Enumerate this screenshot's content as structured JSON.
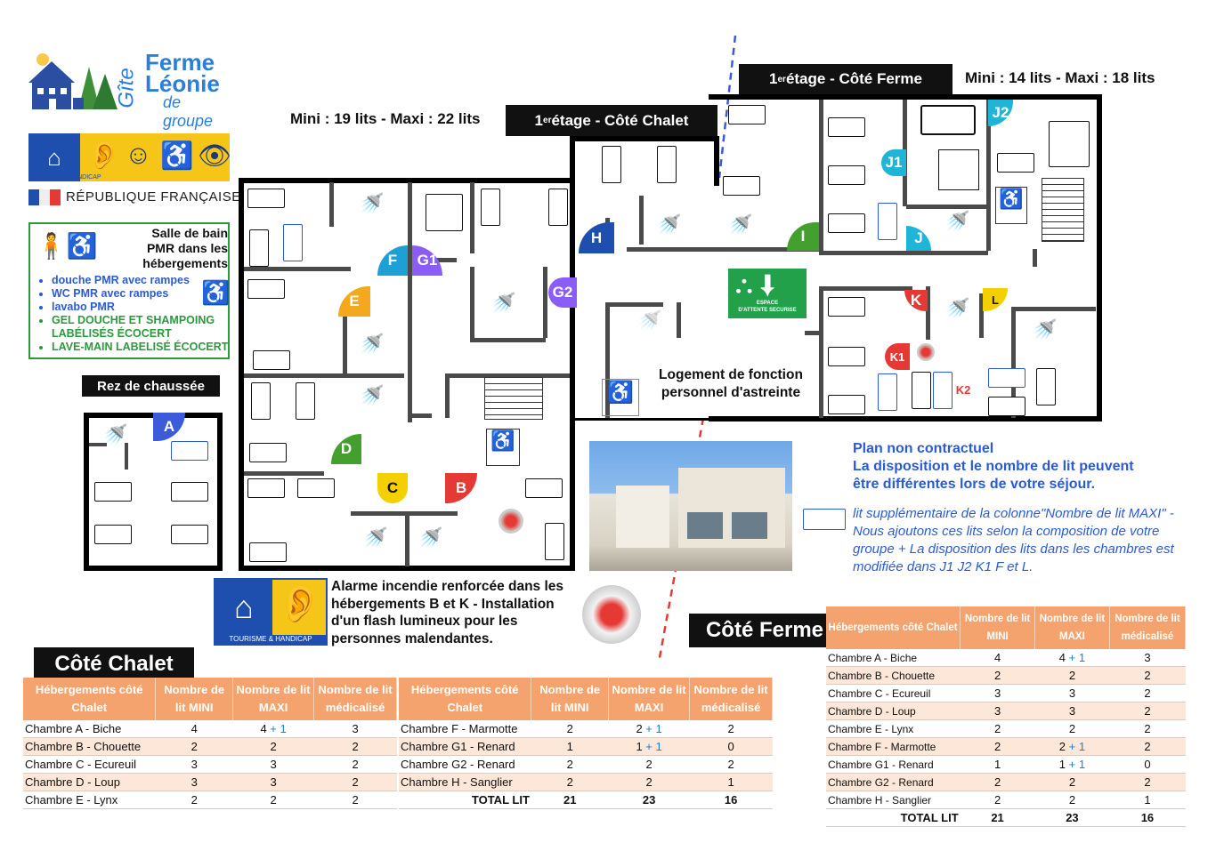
{
  "logo": {
    "line1": "Ferme",
    "line2": "Léonie",
    "line3": "de groupe",
    "vertical": "Gîte"
  },
  "th_label": "TOURISME & HANDICAP",
  "republique": "RÉPUBLIQUE FRANÇAISE",
  "pmr": {
    "title": "Salle de bain PMR dans les hébergements",
    "blue_items": [
      "douche PMR avec rampes",
      "WC PMR avec rampes",
      "lavabo PMR"
    ],
    "green_items": [
      "GEL DOUCHE ET SHAMPOING LABÉLISÉS ÉCOCERT",
      "LAVE-MAIN LABELISÉ ÉCOCERT"
    ]
  },
  "rdc_label": "Rez de chaussée",
  "chalet_capacity": "Mini : 19 lits - Maxi : 22 lits",
  "ferme_capacity": "Mini : 14 lits - Maxi : 18 lits",
  "etage_chalet": {
    "prefix": "1",
    "sup": "er",
    "suffix": " étage - Côté Chalet"
  },
  "etage_ferme": {
    "prefix": "1",
    "sup": "er",
    "suffix": " étage - Côté Ferme"
  },
  "rooms": {
    "A": "A",
    "B": "B",
    "C": "C",
    "D": "D",
    "E": "E",
    "F": "F",
    "G1": "G1",
    "G2": "G2",
    "H": "H",
    "I": "I",
    "J": "J",
    "J1": "J1",
    "J2": "J2",
    "K": "K",
    "K1": "K1",
    "K2": "K2",
    "L": "L"
  },
  "colors": {
    "A": "#3b5bdb",
    "B": "#e53935",
    "C": "#f5d000",
    "D": "#43a02f",
    "E": "#f3a81e",
    "F": "#1ea0d6",
    "G": "#8b5cf6",
    "H": "#1f4fae",
    "I": "#43a02f",
    "J": "#1eb5d6",
    "K": "#e53935",
    "L": "#f5d000"
  },
  "exit_sign": {
    "line1": "ESPACE",
    "line2": "D'ATTENTE SECURISE"
  },
  "logement": "Logement de fonction personnel d'astreinte",
  "plan_note": {
    "line1": "Plan non contractuel",
    "line2": "La disposition et le nombre de lit peuvent",
    "line3": "être différentes lors de votre séjour."
  },
  "extra_bed_note": "lit supplémentaire de la colonne\"Nombre de lit MAXI\" - Nous ajoutons ces lits selon la composition de votre groupe + La disposition des lits dans les chambres est modifiée dans J1 J2 K1 F et L.",
  "alarm": "Alarme incendie renforcée dans les hébergements B et K - Installation d'un flash lumineux pour les personnes malendantes.",
  "cote_chalet_title": "Côté Chalet",
  "cote_ferme_title": "Côté Ferme",
  "headers": [
    "Hébergements côté Chalet",
    "Nombre de lit MINI",
    "Nombre de lit MAXI",
    "Nombre de lit médicalisé"
  ],
  "chalet_left": [
    {
      "name": "Chambre A - Biche",
      "mini": "4",
      "maxi": "4",
      "plus": "+ 1",
      "med": "3"
    },
    {
      "name": "Chambre B - Chouette",
      "mini": "2",
      "maxi": "2",
      "plus": "",
      "med": "2"
    },
    {
      "name": "Chambre C - Ecureuil",
      "mini": "3",
      "maxi": "3",
      "plus": "",
      "med": "2"
    },
    {
      "name": "Chambre D - Loup",
      "mini": "3",
      "maxi": "3",
      "plus": "",
      "med": "2"
    },
    {
      "name": "Chambre E - Lynx",
      "mini": "2",
      "maxi": "2",
      "plus": "",
      "med": "2"
    }
  ],
  "chalet_right": [
    {
      "name": "Chambre F - Marmotte",
      "mini": "2",
      "maxi": "2",
      "plus": "+ 1",
      "med": "2"
    },
    {
      "name": "Chambre G1 - Renard",
      "mini": "1",
      "maxi": "1",
      "plus": "+ 1",
      "med": "0"
    },
    {
      "name": "Chambre G2 - Renard",
      "mini": "2",
      "maxi": "2",
      "plus": "",
      "med": "2"
    },
    {
      "name": "Chambre H - Sanglier",
      "mini": "2",
      "maxi": "2",
      "plus": "",
      "med": "1"
    }
  ],
  "chalet_total": {
    "label": "TOTAL LIT",
    "mini": "21",
    "maxi": "23",
    "med": "16"
  },
  "ferme_rows": [
    {
      "name": "Chambre A - Biche",
      "mini": "4",
      "maxi": "4",
      "plus": "+ 1",
      "med": "3"
    },
    {
      "name": "Chambre B - Chouette",
      "mini": "2",
      "maxi": "2",
      "plus": "",
      "med": "2"
    },
    {
      "name": "Chambre C - Ecureuil",
      "mini": "3",
      "maxi": "3",
      "plus": "",
      "med": "2"
    },
    {
      "name": "Chambre D - Loup",
      "mini": "3",
      "maxi": "3",
      "plus": "",
      "med": "2"
    },
    {
      "name": "Chambre E - Lynx",
      "mini": "2",
      "maxi": "2",
      "plus": "",
      "med": "2"
    },
    {
      "name": "Chambre F - Marmotte",
      "mini": "2",
      "maxi": "2",
      "plus": "+ 1",
      "med": "2"
    },
    {
      "name": "Chambre G1 - Renard",
      "mini": "1",
      "maxi": "1",
      "plus": "+ 1",
      "med": "0"
    },
    {
      "name": "Chambre G2 - Renard",
      "mini": "2",
      "maxi": "2",
      "plus": "",
      "med": "2"
    },
    {
      "name": "Chambre H - Sanglier",
      "mini": "2",
      "maxi": "2",
      "plus": "",
      "med": "1"
    }
  ],
  "ferme_total": {
    "label": "TOTAL LIT",
    "mini": "21",
    "maxi": "23",
    "med": "16"
  }
}
